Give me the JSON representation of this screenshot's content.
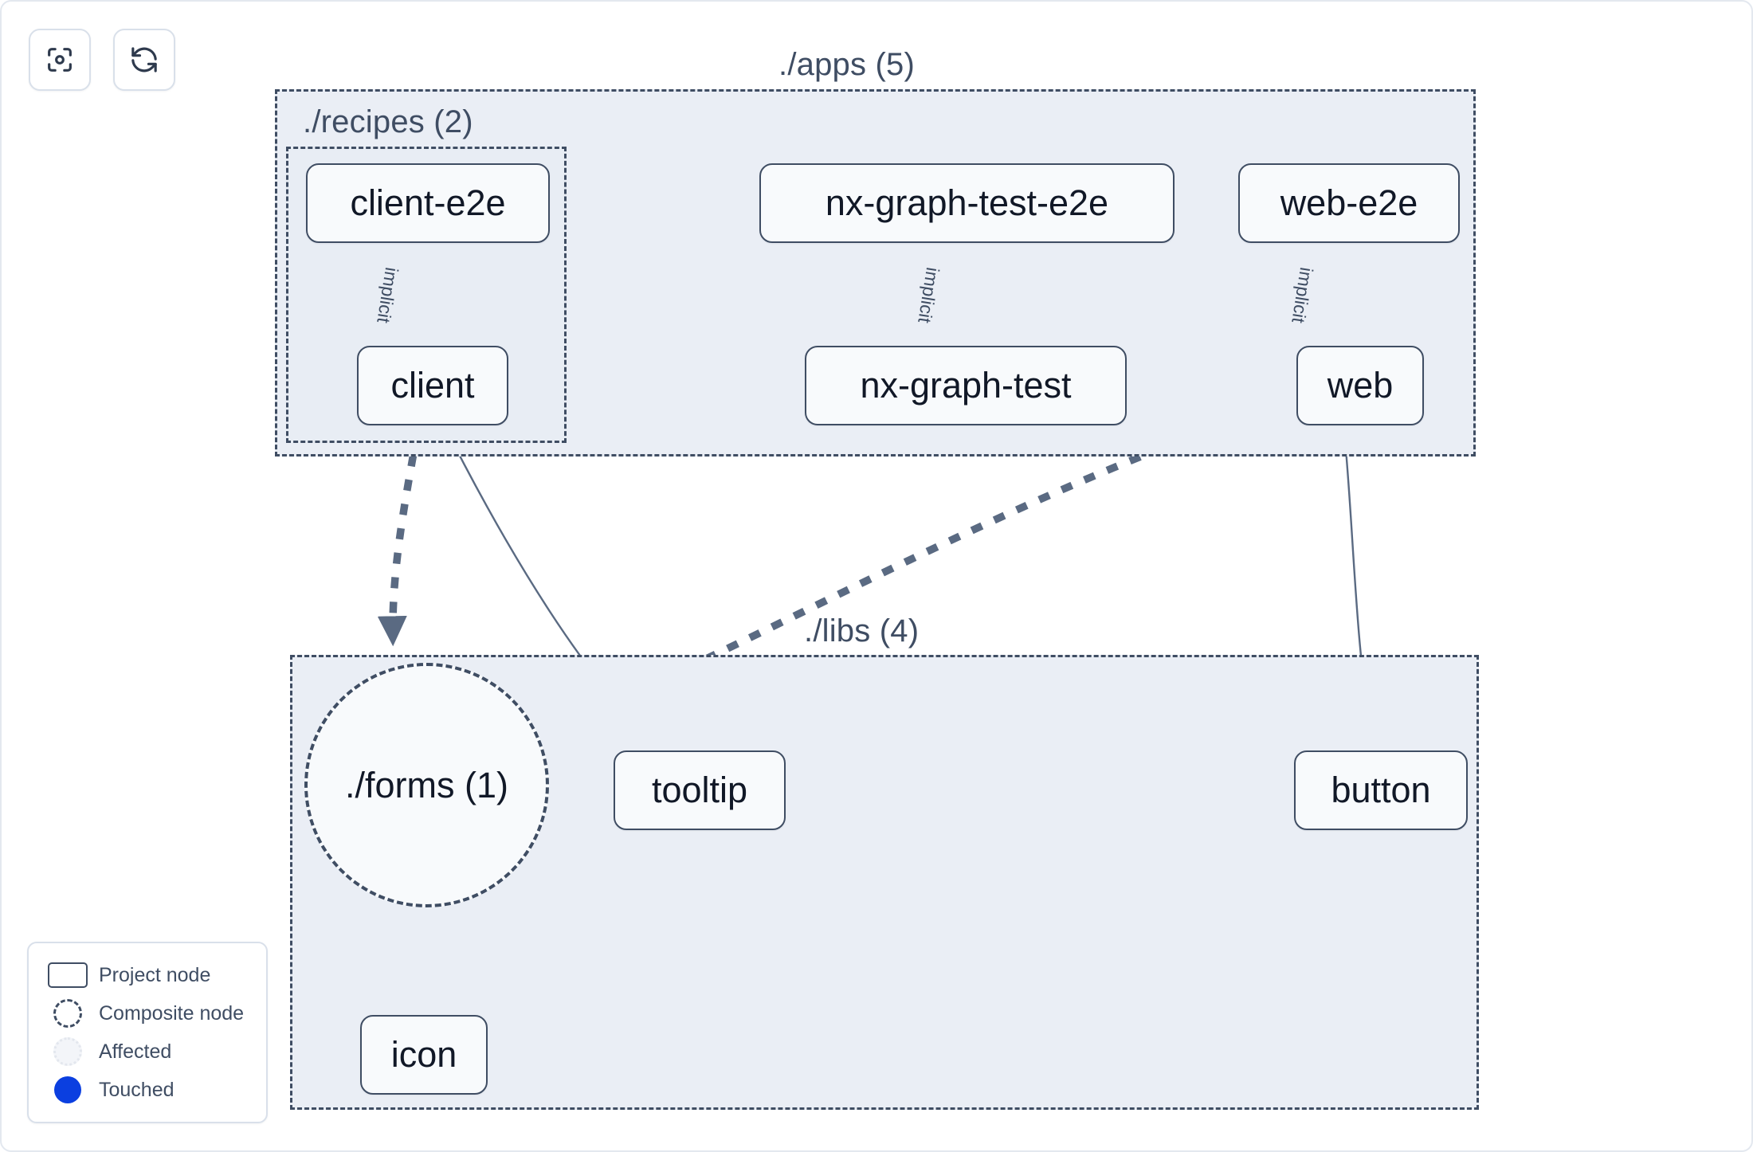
{
  "toolbar": {
    "buttons": [
      {
        "name": "focus-graph-button",
        "icon": "viewfinder-focus-icon",
        "label": ""
      },
      {
        "name": "refresh-graph-button",
        "icon": "refresh-cycle-icon",
        "label": ""
      }
    ]
  },
  "groups": {
    "apps": {
      "label": "./apps (5)"
    },
    "recipes": {
      "label": "./recipes (2)"
    },
    "libs": {
      "label": "./libs (4)"
    }
  },
  "nodes": {
    "client_e2e": "client-e2e",
    "nx_graph_test_e2e": "nx-graph-test-e2e",
    "web_e2e": "web-e2e",
    "client": "client",
    "nx_graph_test": "nx-graph-test",
    "web": "web",
    "forms": "./forms (1)",
    "tooltip": "tooltip",
    "button": "button",
    "icon": "icon"
  },
  "edge_labels": {
    "client_implicit": "implicit",
    "nx_graph_test_implicit": "implicit",
    "web_implicit": "implicit"
  },
  "legend": {
    "items": [
      {
        "key": "project",
        "label": "Project node"
      },
      {
        "key": "composite",
        "label": "Composite node"
      },
      {
        "key": "affected",
        "label": "Affected"
      },
      {
        "key": "touched",
        "label": "Touched"
      }
    ]
  },
  "colors": {
    "node_border": "#3f4d63",
    "node_fill": "#f8fafc",
    "group_fill": "#eaeef5",
    "edge": "#5a6a82",
    "touched": "#0b3fe0",
    "canvas": "#ffffff"
  },
  "chart_data": {
    "type": "diagram",
    "title": "Nx project dependency graph",
    "graph": {
      "containers": [
        {
          "id": "apps",
          "label": "./apps (5)",
          "count": 5,
          "children": [
            "recipes",
            "client-e2e",
            "nx-graph-test-e2e",
            "web-e2e",
            "client",
            "nx-graph-test",
            "web"
          ]
        },
        {
          "id": "recipes",
          "label": "./recipes (2)",
          "count": 2,
          "parent": "apps",
          "children": [
            "client-e2e",
            "client"
          ]
        },
        {
          "id": "libs",
          "label": "./libs (4)",
          "count": 4,
          "children": [
            "./forms (1)",
            "tooltip",
            "button",
            "icon"
          ]
        }
      ],
      "nodes": [
        {
          "id": "client-e2e",
          "label": "client-e2e",
          "type": "project",
          "container": "recipes"
        },
        {
          "id": "client",
          "label": "client",
          "type": "project",
          "container": "recipes"
        },
        {
          "id": "nx-graph-test-e2e",
          "label": "nx-graph-test-e2e",
          "type": "project",
          "container": "apps"
        },
        {
          "id": "nx-graph-test",
          "label": "nx-graph-test",
          "type": "project",
          "container": "apps"
        },
        {
          "id": "web-e2e",
          "label": "web-e2e",
          "type": "project",
          "container": "apps"
        },
        {
          "id": "web",
          "label": "web",
          "type": "project",
          "container": "apps"
        },
        {
          "id": "./forms (1)",
          "label": "./forms (1)",
          "type": "composite",
          "container": "libs",
          "count": 1
        },
        {
          "id": "tooltip",
          "label": "tooltip",
          "type": "project",
          "container": "libs"
        },
        {
          "id": "button",
          "label": "button",
          "type": "project",
          "container": "libs"
        },
        {
          "id": "icon",
          "label": "icon",
          "type": "project",
          "container": "libs"
        }
      ],
      "edges": [
        {
          "from": "client-e2e",
          "to": "client",
          "label": "implicit",
          "style": "thin-solid"
        },
        {
          "from": "nx-graph-test-e2e",
          "to": "nx-graph-test",
          "label": "implicit",
          "style": "thin-solid"
        },
        {
          "from": "web-e2e",
          "to": "web",
          "label": "implicit",
          "style": "thin-solid"
        },
        {
          "from": "client",
          "to": "./forms (1)",
          "label": "",
          "style": "thick-dashed"
        },
        {
          "from": "client",
          "to": "tooltip",
          "label": "",
          "style": "thin-solid"
        },
        {
          "from": "web",
          "to": "./forms (1)",
          "label": "",
          "style": "thick-dashed"
        },
        {
          "from": "web",
          "to": "button",
          "label": "",
          "style": "thin-solid"
        },
        {
          "from": "./forms (1)",
          "to": "icon",
          "label": "",
          "style": "thick-dashed"
        }
      ]
    }
  }
}
